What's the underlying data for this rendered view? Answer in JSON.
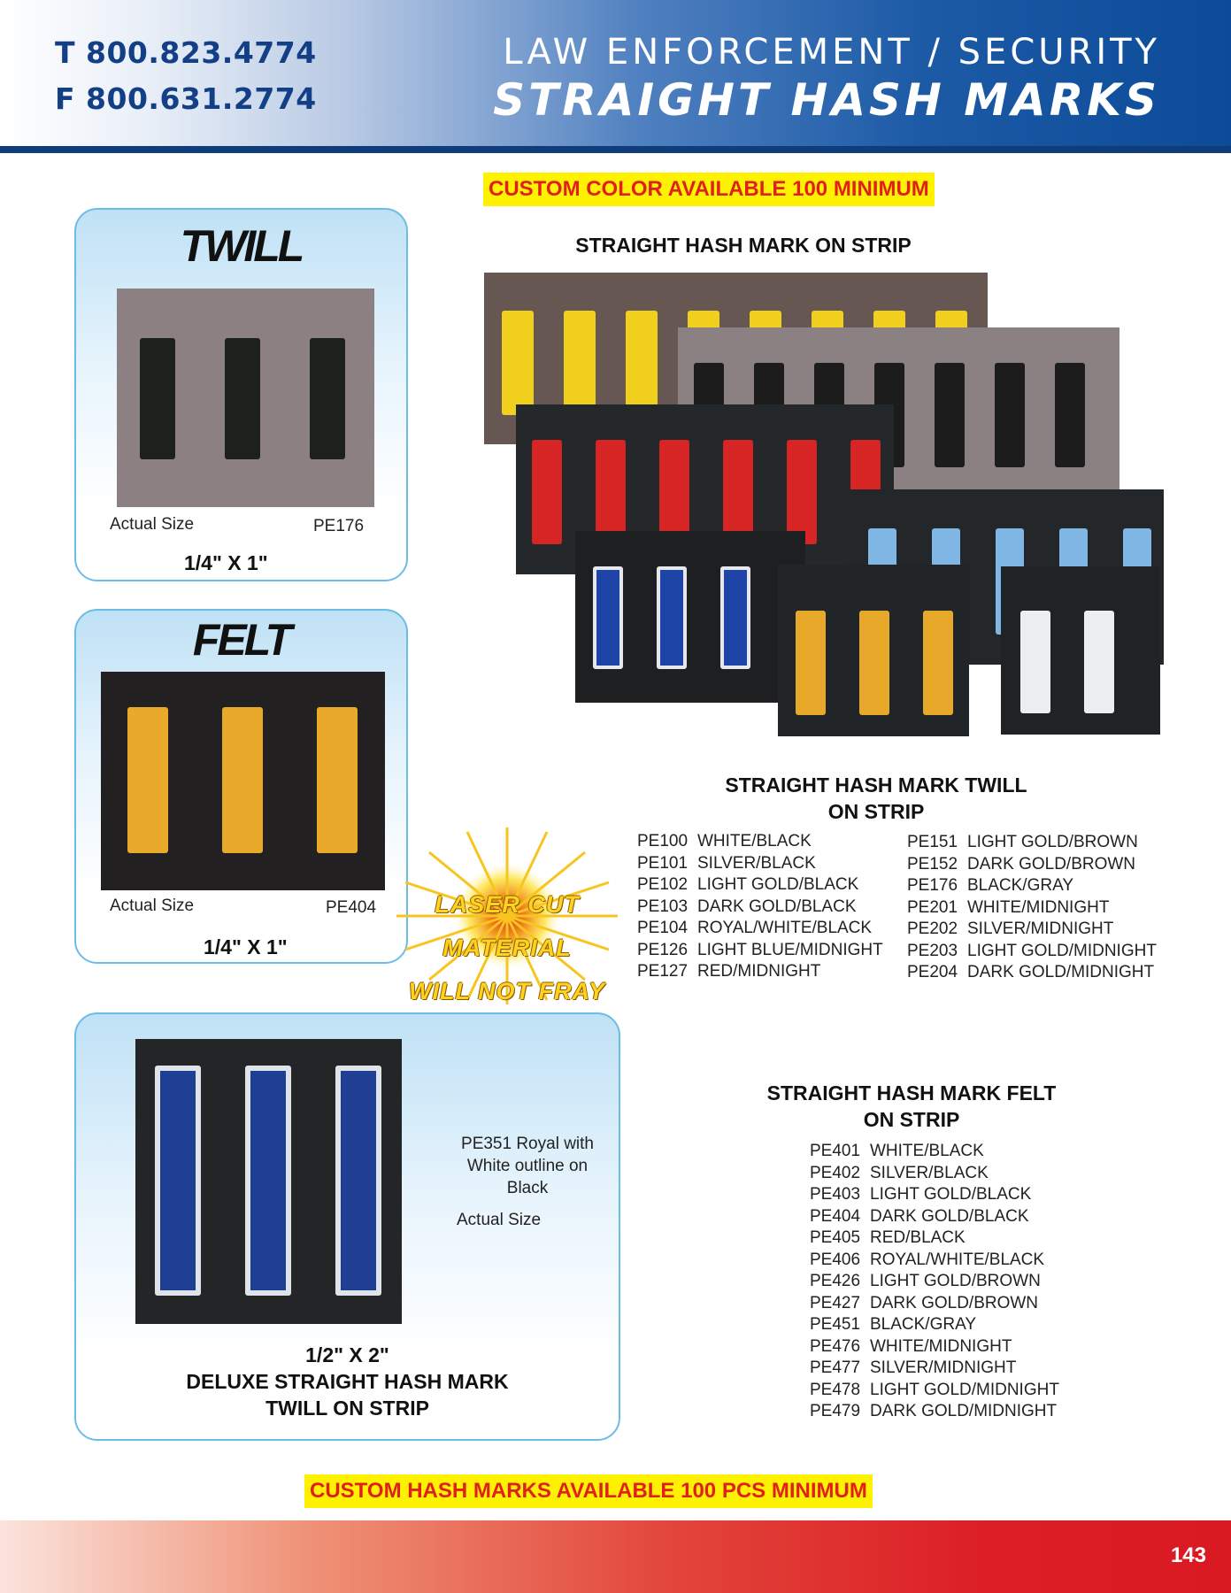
{
  "header": {
    "phone": "T 800.823.4774",
    "fax": "F 800.631.2774",
    "category": "LAW ENFORCEMENT / SECURITY",
    "title": "STRAIGHT HASH MARKS"
  },
  "banners": {
    "top": "CUSTOM COLOR AVAILABLE 100 MINIMUM",
    "bottom": "CUSTOM HASH MARKS AVAILABLE 100 PCS MINIMUM"
  },
  "twill_card": {
    "title": "TWILL",
    "caption": "Actual Size",
    "code": "PE176",
    "size": "1/4\" X 1\""
  },
  "felt_card": {
    "title": "FELT",
    "caption": "Actual Size",
    "code": "PE404",
    "size": "1/4\" X 1\""
  },
  "deluxe_card": {
    "desc_line1": "PE351 Royal with",
    "desc_line2": "White outline on",
    "desc_line3": "Black",
    "caption": "Actual Size",
    "size": "1/2\" X 2\"",
    "title_line1": "DELUXE STRAIGHT HASH MARK",
    "title_line2": "TWILL ON STRIP"
  },
  "strip_section": {
    "title": "STRAIGHT HASH MARK ON STRIP"
  },
  "laser_badge": {
    "line1": "LASER CUT",
    "line2": "MATERIAL",
    "line3": "WILL NOT FRAY"
  },
  "twill_list": {
    "title_line1": "STRAIGHT HASH MARK TWILL",
    "title_line2": "ON STRIP",
    "left": [
      {
        "code": "PE100",
        "name": "WHITE/BLACK"
      },
      {
        "code": "PE101",
        "name": "SILVER/BLACK"
      },
      {
        "code": "PE102",
        "name": "LIGHT GOLD/BLACK"
      },
      {
        "code": "PE103",
        "name": "DARK GOLD/BLACK"
      },
      {
        "code": "PE104",
        "name": "ROYAL/WHITE/BLACK"
      },
      {
        "code": "PE126",
        "name": "LIGHT BLUE/MIDNIGHT"
      },
      {
        "code": "PE127",
        "name": "RED/MIDNIGHT"
      }
    ],
    "right": [
      {
        "code": "PE151",
        "name": "LIGHT GOLD/BROWN"
      },
      {
        "code": "PE152",
        "name": "DARK GOLD/BROWN"
      },
      {
        "code": "PE176",
        "name": "BLACK/GRAY"
      },
      {
        "code": "PE201",
        "name": "WHITE/MIDNIGHT"
      },
      {
        "code": "PE202",
        "name": "SILVER/MIDNIGHT"
      },
      {
        "code": "PE203",
        "name": "LIGHT GOLD/MIDNIGHT"
      },
      {
        "code": "PE204",
        "name": "DARK GOLD/MIDNIGHT"
      }
    ]
  },
  "felt_list": {
    "title_line1": "STRAIGHT HASH MARK FELT",
    "title_line2": "ON STRIP",
    "items": [
      {
        "code": "PE401",
        "name": "WHITE/BLACK"
      },
      {
        "code": "PE402",
        "name": "SILVER/BLACK"
      },
      {
        "code": "PE403",
        "name": "LIGHT GOLD/BLACK"
      },
      {
        "code": "PE404",
        "name": "DARK GOLD/BLACK"
      },
      {
        "code": "PE405",
        "name": "RED/BLACK"
      },
      {
        "code": "PE406",
        "name": "ROYAL/WHITE/BLACK"
      },
      {
        "code": "PE426",
        "name": "LIGHT GOLD/BROWN"
      },
      {
        "code": "PE427",
        "name": "DARK GOLD/BROWN"
      },
      {
        "code": "PE451",
        "name": "BLACK/GRAY"
      },
      {
        "code": "PE476",
        "name": "WHITE/MIDNIGHT"
      },
      {
        "code": "PE477",
        "name": "SILVER/MIDNIGHT"
      },
      {
        "code": "PE478",
        "name": "LIGHT GOLD/MIDNIGHT"
      },
      {
        "code": "PE479",
        "name": "DARK GOLD/MIDNIGHT"
      }
    ]
  },
  "page_number": "143",
  "colors": {
    "header_blue": "#0c4b98",
    "banner_yellow": "#fff200",
    "banner_red": "#e0201c",
    "footer_red": "#d91a22",
    "card_border": "#6cbde6"
  }
}
